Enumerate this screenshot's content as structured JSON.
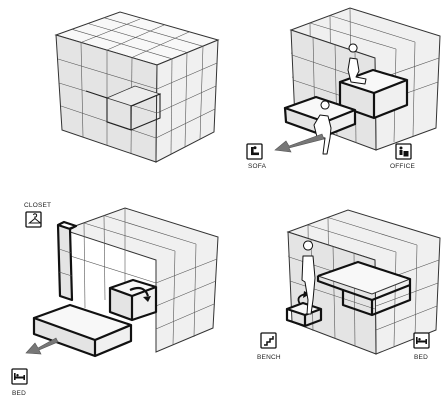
{
  "panels": {
    "top_right": {
      "labels": {
        "sofa": "SOFA",
        "office": "OFFICE"
      }
    },
    "bottom_left": {
      "labels": {
        "closet": "CLOSET",
        "bed": "BED"
      }
    },
    "bottom_right": {
      "labels": {
        "bench": "BENCH",
        "bed": "BED"
      }
    }
  },
  "icons": {
    "sofa": "sofa-icon",
    "office": "office-desk-icon",
    "closet": "hanger-icon",
    "bed_left": "bed-icon",
    "bench": "stairs-icon",
    "bed_right": "bed-icon"
  }
}
